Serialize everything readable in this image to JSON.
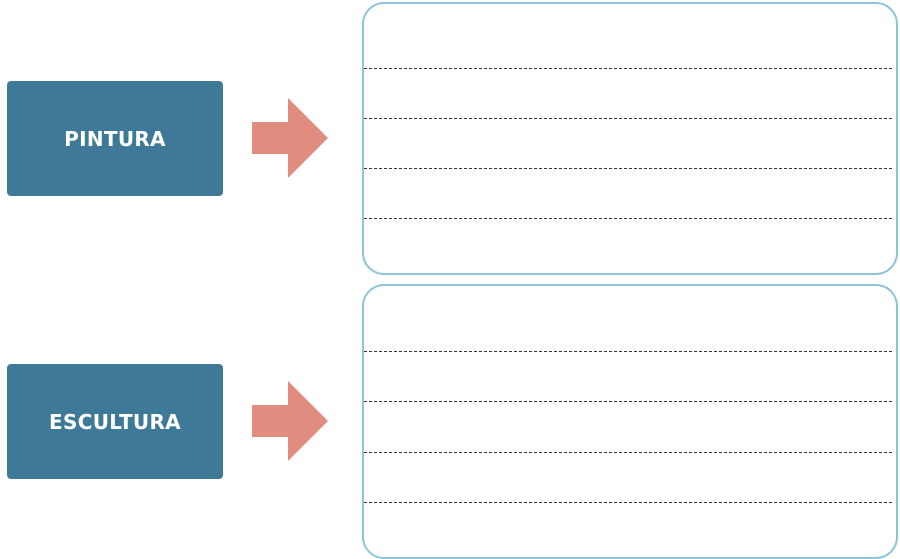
{
  "worksheet": {
    "rows": [
      {
        "label": "PINTURA"
      },
      {
        "label": "ESCULTURA"
      }
    ]
  },
  "colors": {
    "label_bg": "#3e7a98",
    "arrow_fill": "#e08c7f",
    "box_border": "#8ec3d8",
    "dash_line": "#333333"
  },
  "icons": {
    "arrow": "arrow-right-icon"
  },
  "lines_per_box": 4
}
